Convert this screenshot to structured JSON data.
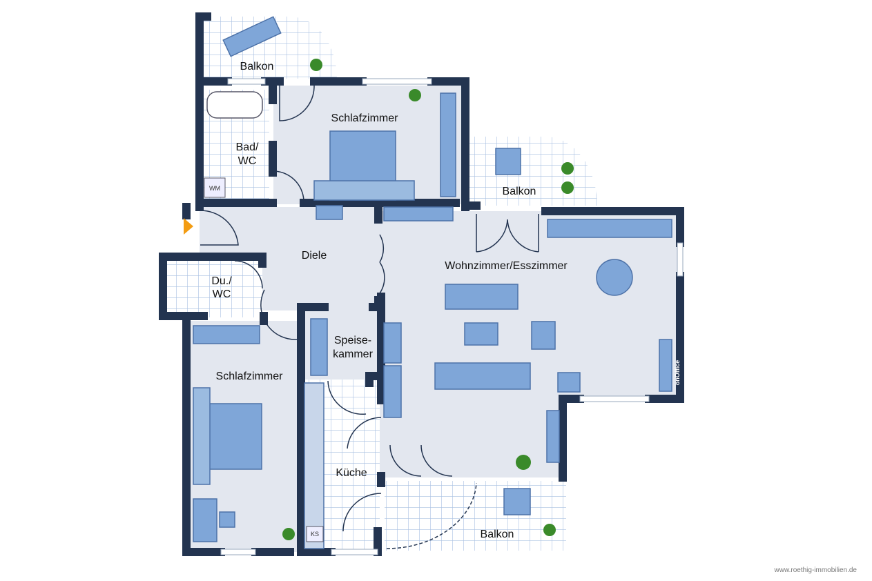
{
  "rooms": {
    "balkon_top": "Balkon",
    "bad": "Bad/",
    "bad2": "WC",
    "schlafzimmer_top": "Schlafzimmer",
    "balkon_right": "Balkon",
    "diele": "Diele",
    "wohnzimmer": "Wohnzimmer/Esszimmer",
    "du": "Du./",
    "du2": "WC",
    "speise": "Speise-",
    "speise2": "kammer",
    "schlafzimmer_bottom": "Schlafzimmer",
    "kueche": "Küche",
    "balkon_bottom": "Balkon"
  },
  "appliances": {
    "wm": "WM",
    "ks": "KS"
  },
  "logo": "onOffice",
  "watermark": "www.roethig-immobilien.de",
  "colors": {
    "wall": "#233450",
    "floor": "#e3e7ef",
    "furniture": "#7fa6d8",
    "entrance": "#f39c12"
  }
}
